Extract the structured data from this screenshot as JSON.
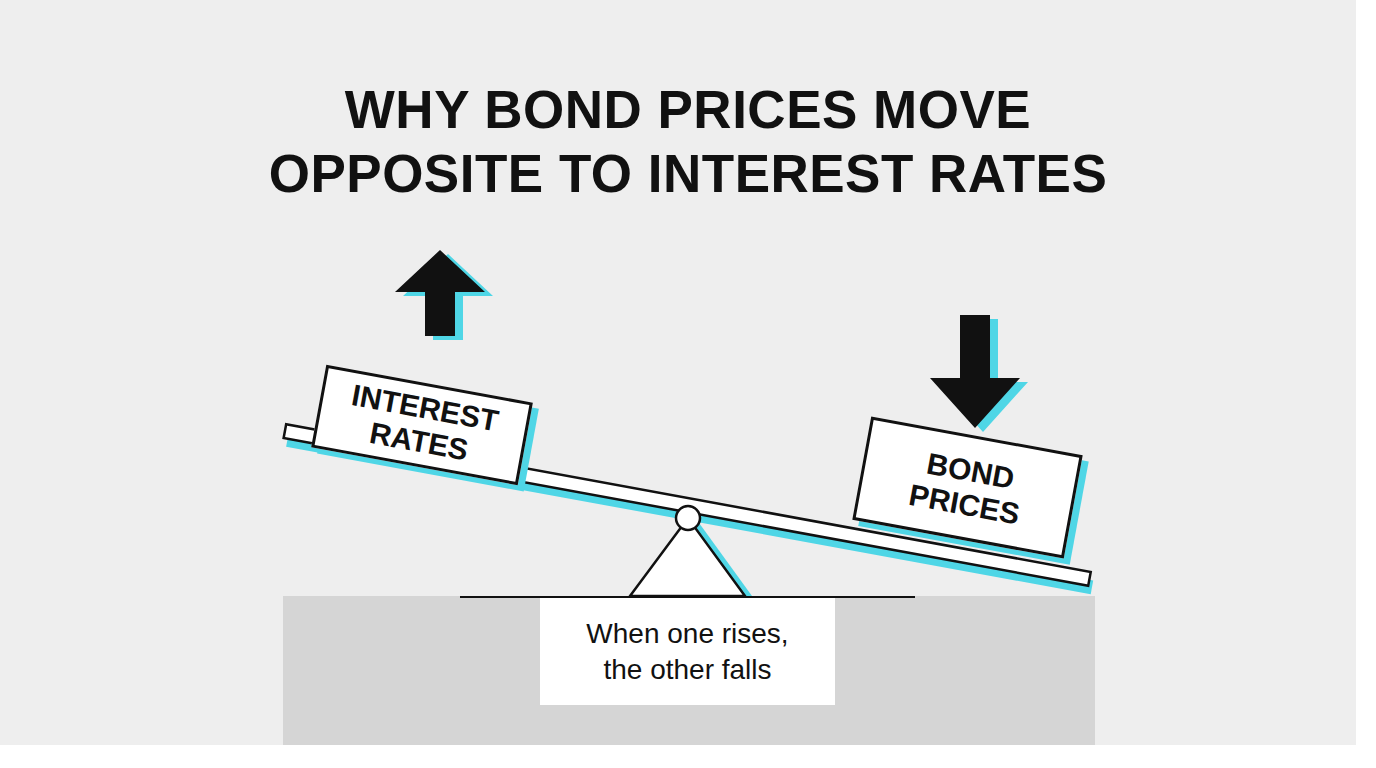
{
  "diagram": {
    "title": "WHY BOND PRICES MOVE OPPOSITE TO INTEREST RATES",
    "nodes": [
      {
        "text": [
          "INTEREST RATES"
        ]
      },
      {
        "text": [
          "BOND PRICES"
        ]
      },
      {
        "text": [
          "When one rises, the other falls"
        ]
      }
    ]
  }
}
